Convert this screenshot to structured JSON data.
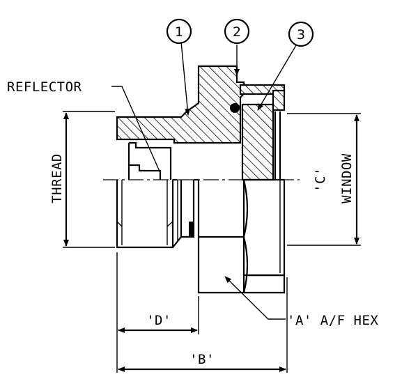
{
  "balloons": [
    "1",
    "2",
    "3"
  ],
  "labels": {
    "reflector": "REFLECTOR",
    "thread": "THREAD",
    "window_c": "'C'",
    "window": "WINDOW",
    "hex": "'A' A/F HEX",
    "dim_d": "'D'",
    "dim_b": "'B'"
  },
  "colors": {
    "ink": "#000000",
    "paper": "#ffffff"
  }
}
